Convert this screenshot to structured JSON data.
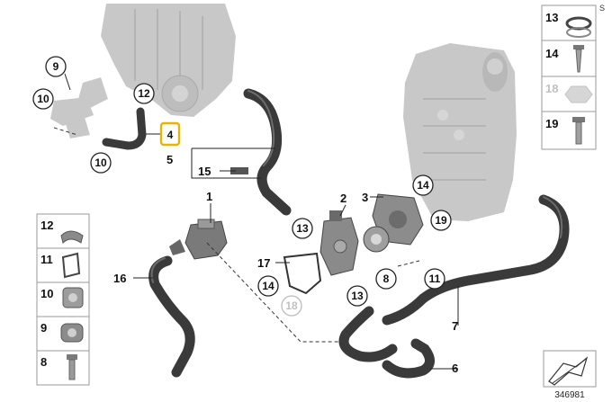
{
  "labels": {
    "n1": "1",
    "n2": "2",
    "n3": "3",
    "n4": "4",
    "n5": "5",
    "n6": "6",
    "n7": "7",
    "n8": "8",
    "n9": "9",
    "n10a": "10",
    "n10b": "10",
    "n11": "11",
    "n12": "12",
    "n13a": "13",
    "n13b": "13",
    "n14a": "14",
    "n14b": "14",
    "n15": "15",
    "n16": "16",
    "n17": "17",
    "n18": "18",
    "n19": "19"
  },
  "legend_left": [
    "12",
    "11",
    "10",
    "9",
    "8"
  ],
  "legend_right": [
    "13",
    "14",
    "18",
    "19"
  ],
  "corner_mark": "S",
  "diagram_id": "346981",
  "colors": {
    "highlight": "#e8b400",
    "hose": "#3a3a3a",
    "ghost": "#c8c8c8"
  }
}
